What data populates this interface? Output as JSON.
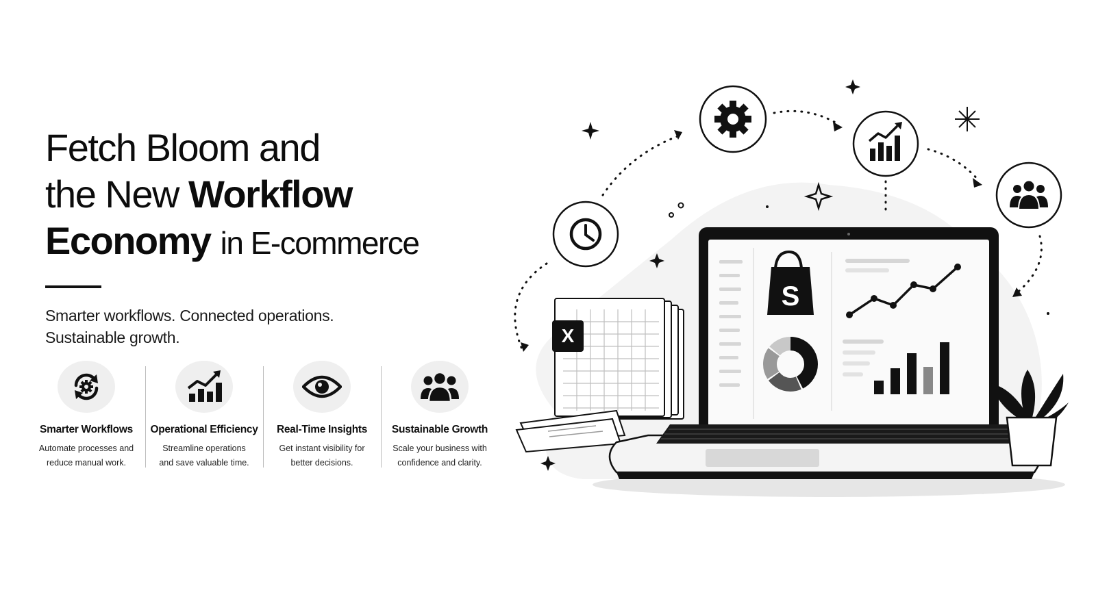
{
  "headline": {
    "line1": "Fetch Bloom and",
    "line2_light": "the New",
    "line2_bold": "Workflow",
    "line3_bold": "Economy",
    "line3_light": "in E-commerce"
  },
  "subtitle": {
    "line1": "Smarter workflows. Connected operations.",
    "line2": "Sustainable growth."
  },
  "features": [
    {
      "icon": "cycle-gear-icon",
      "title": "Smarter Workflows",
      "desc_line1": "Automate processes and",
      "desc_line2": "reduce manual work."
    },
    {
      "icon": "growth-chart-icon",
      "title": "Operational Efficiency",
      "desc_line1": "Streamline operations",
      "desc_line2": "and save valuable time."
    },
    {
      "icon": "eye-icon",
      "title": "Real-Time Insights",
      "desc_line1": "Get instant visibility for",
      "desc_line2": "better decisions."
    },
    {
      "icon": "team-icon",
      "title": "Sustainable Growth",
      "desc_line1": "Scale your business with",
      "desc_line2": "confidence and clarity."
    }
  ],
  "illustration": {
    "spreadsheet_badge": "X",
    "shop_badge": "S",
    "floating_icons": [
      "gear-icon",
      "rising-chart-icon",
      "team-icon",
      "clock-icon"
    ]
  }
}
